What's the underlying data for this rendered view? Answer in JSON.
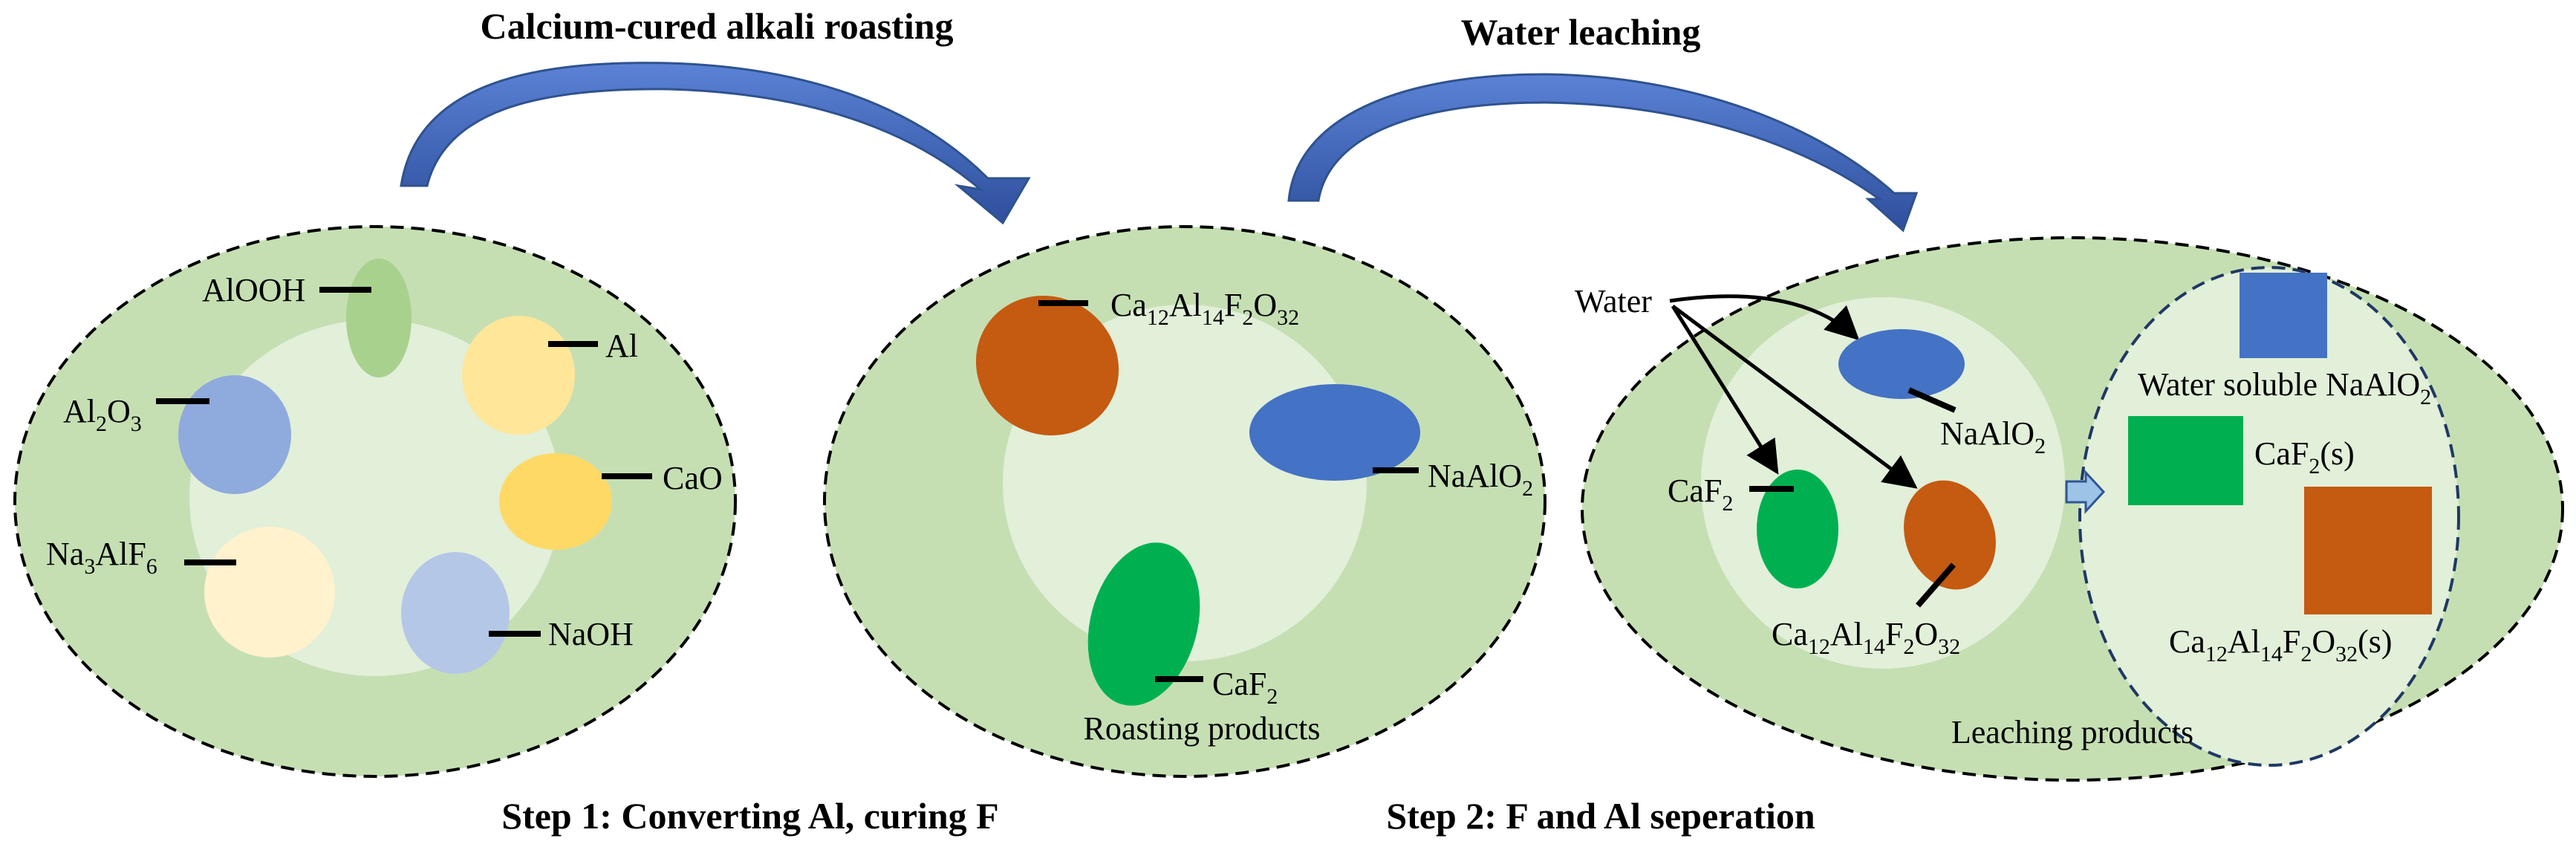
{
  "headings": {
    "roasting": "Calcium-cured alkali roasting",
    "leaching": "Water leaching",
    "step1": "Step 1: Converting Al, curing F",
    "step2": "Step 2: F and Al seperation"
  },
  "panel1": {
    "alooh": "AlOOH",
    "al": "Al",
    "al2o3": {
      "a": "Al",
      "b": "2",
      "c": "O",
      "d": "3"
    },
    "cao": "CaO",
    "na3alf6": {
      "a": "Na",
      "b": "3",
      "c": "AlF",
      "d": "6"
    },
    "naoh": "NaOH"
  },
  "panel2": {
    "ca12": {
      "a": "Ca",
      "b": "12",
      "c": "Al",
      "d": "14",
      "e": "F",
      "f": "2",
      "g": "O",
      "h": "32"
    },
    "naalo2": {
      "a": "NaAlO",
      "b": "2"
    },
    "caf2": {
      "a": "CaF",
      "b": "2"
    },
    "caption": "Roasting products"
  },
  "panel3": {
    "water": "Water",
    "naalo2": {
      "a": "NaAlO",
      "b": "2"
    },
    "caf2": {
      "a": "CaF",
      "b": "2"
    },
    "ca12": {
      "a": "Ca",
      "b": "12",
      "c": "Al",
      "d": "14",
      "e": "F",
      "f": "2",
      "g": "O",
      "h": "32"
    },
    "soluble": {
      "a": "Water soluble NaAlO",
      "b": "2"
    },
    "caf2s": {
      "a": "CaF",
      "b": "2",
      "c": "(s)"
    },
    "ca12s": {
      "a": "Ca",
      "b": "12",
      "c": "Al",
      "d": "14",
      "e": "F",
      "f": "2",
      "g": "O",
      "h": "32",
      "i": "(s)"
    },
    "caption": "Leaching products"
  },
  "colors": {
    "outer": "#c5dfb3",
    "inner": "#e2efd9",
    "arrow": "#3f65b6",
    "blue": "#4472c4",
    "orange": "#c55a11",
    "green": "#00b050",
    "lightgreen": "#a9d18e",
    "lightyellow": "#ffe699",
    "yellow": "#ffd966",
    "lightblue": "#8faadc",
    "paleyellow": "#fff2cc",
    "paleblue": "#b4c7e7"
  }
}
